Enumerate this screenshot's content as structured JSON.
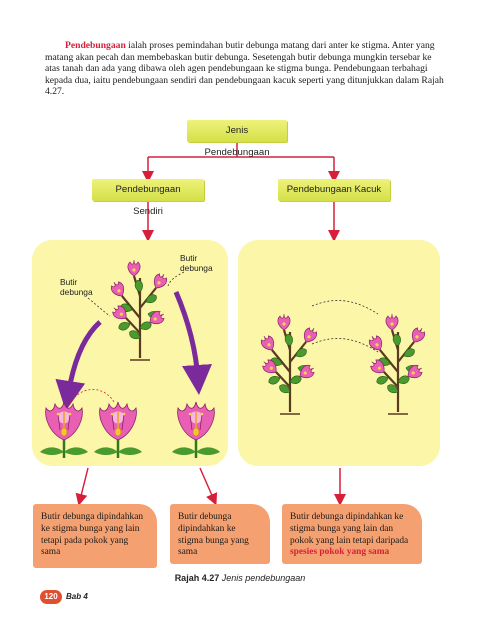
{
  "paragraph": {
    "term": "Pendebungaan",
    "rest": " ialah proses pemindahan butir debunga matang dari anter ke stigma. Anter yang matang akan pecah dan membebaskan butir debunga. Sesetengah butir debunga mungkin tersebar ke atas tanah dan ada yang dibawa oleh agen pendebungaan ke stigma bunga. Pendebungaan terbahagi kepada dua, iaitu pendebungaan sendiri dan pendebungaan kacuk seperti yang ditunjukkan dalam Rajah 4.27."
  },
  "diagram": {
    "root": "Jenis Pendebungaan",
    "left": "Pendebungaan Sendiri",
    "right": "Pendebungaan Kacuk",
    "pollen_label_1": "Butir\ndebunga",
    "pollen_label_2": "Butir\ndebunga"
  },
  "boxes": {
    "a": "Butir debunga dipindahkan ke stigma bunga yang lain tetapi pada pokok yang sama",
    "b": "Butir debunga dipindahkan ke stigma bunga yang sama",
    "c_text": "Butir debunga dipindahkan ke stigma bunga yang lain dan pokok yang lain tetapi daripada",
    "c_highlight": "spesies pokok yang sama"
  },
  "caption": {
    "label": "Rajah 4.27",
    "text": "Jenis pendebungaan"
  },
  "footer": {
    "page": "120",
    "chapter": "Bab 4"
  },
  "colors": {
    "accent": "#d6203a",
    "panel": "#fbf6a8",
    "tag": "#dfe65a",
    "box": "#f5a070",
    "petal": "#e85fb4",
    "leaf": "#4a9a2e"
  }
}
